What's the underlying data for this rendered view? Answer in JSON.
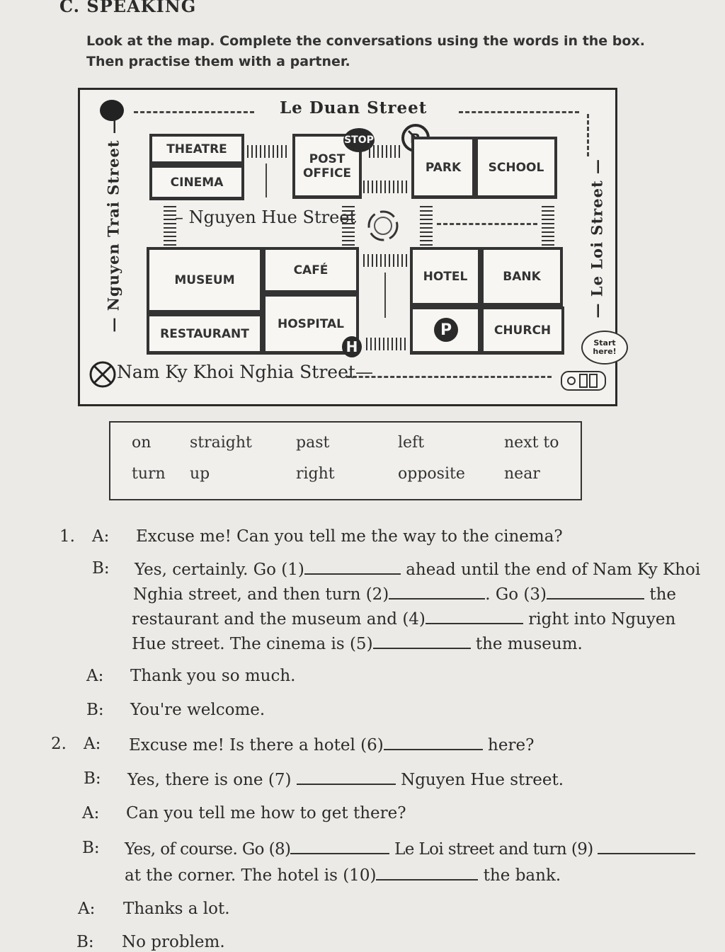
{
  "section_title": "C. SPEAKING",
  "instruction": "Look at the map. Complete the conversations using the words in the box. Then practise them with a partner.",
  "map": {
    "streets": {
      "top": "Le Duan Street",
      "left": "— Nguyen Trai Street —",
      "right": "— Le Loi Street —",
      "middle": "– Nguyen Hue Street",
      "bottom": "Nam Ky Khoi Nghia Street—"
    },
    "buildings": {
      "theatre": "THEATRE",
      "cinema": "CINEMA",
      "post_office": "POST OFFICE",
      "park": "PARK",
      "school": "SCHOOL",
      "museum": "MUSEUM",
      "cafe": "CAFÉ",
      "restaurant": "RESTAURANT",
      "hospital": "HOSPITAL",
      "hotel": "HOTEL",
      "bank": "BANK",
      "church": "CHURCH"
    },
    "signs": {
      "stop": "STOP",
      "hospital": "H",
      "parking": "P"
    },
    "start_label": "Start here!"
  },
  "word_box": {
    "row1": [
      "on",
      "straight",
      "past",
      "left",
      "next to"
    ],
    "row2": [
      "turn",
      "up",
      "right",
      "opposite",
      "near"
    ]
  },
  "conv1": {
    "num": "1.",
    "a1_speaker": "A:",
    "a1": "Excuse me! Can you tell me the way to the cinema?",
    "b1_speaker": "B:",
    "b1_l1a": "Yes, certainly. Go (1)",
    "b1_l1b": "ahead until the end of Nam Ky Khoi",
    "b1_l2a": "Nghia street, and then turn (2)",
    "b1_l2b": ". Go (3)",
    "b1_l2c": "the",
    "b1_l3a": "restaurant and the museum and (4)",
    "b1_l3b": "right into Nguyen",
    "b1_l4a": "Hue street. The cinema is (5)",
    "b1_l4b": "the museum.",
    "a2_speaker": "A:",
    "a2": "Thank you so much.",
    "b2_speaker": "B:",
    "b2": "You're welcome."
  },
  "conv2": {
    "num": "2.",
    "a1_speaker": "A:",
    "a1a": "Excuse me! Is there a hotel (6)",
    "a1b": "here?",
    "b1_speaker": "B:",
    "b1a": "Yes, there is one (7)",
    "b1b": "Nguyen Hue street.",
    "a2_speaker": "A:",
    "a2": "Can you tell me how to get there?",
    "b2_speaker": "B:",
    "b2_l1a": "Yes, of course. Go (8)",
    "b2_l1b": "Le Loi street and turn (9)",
    "b2_l2a": "at the corner. The hotel is (10)",
    "b2_l2b": "the bank.",
    "a3_speaker": "A:",
    "a3": "Thanks a lot.",
    "b3_speaker": "B:",
    "b3": "No problem."
  }
}
